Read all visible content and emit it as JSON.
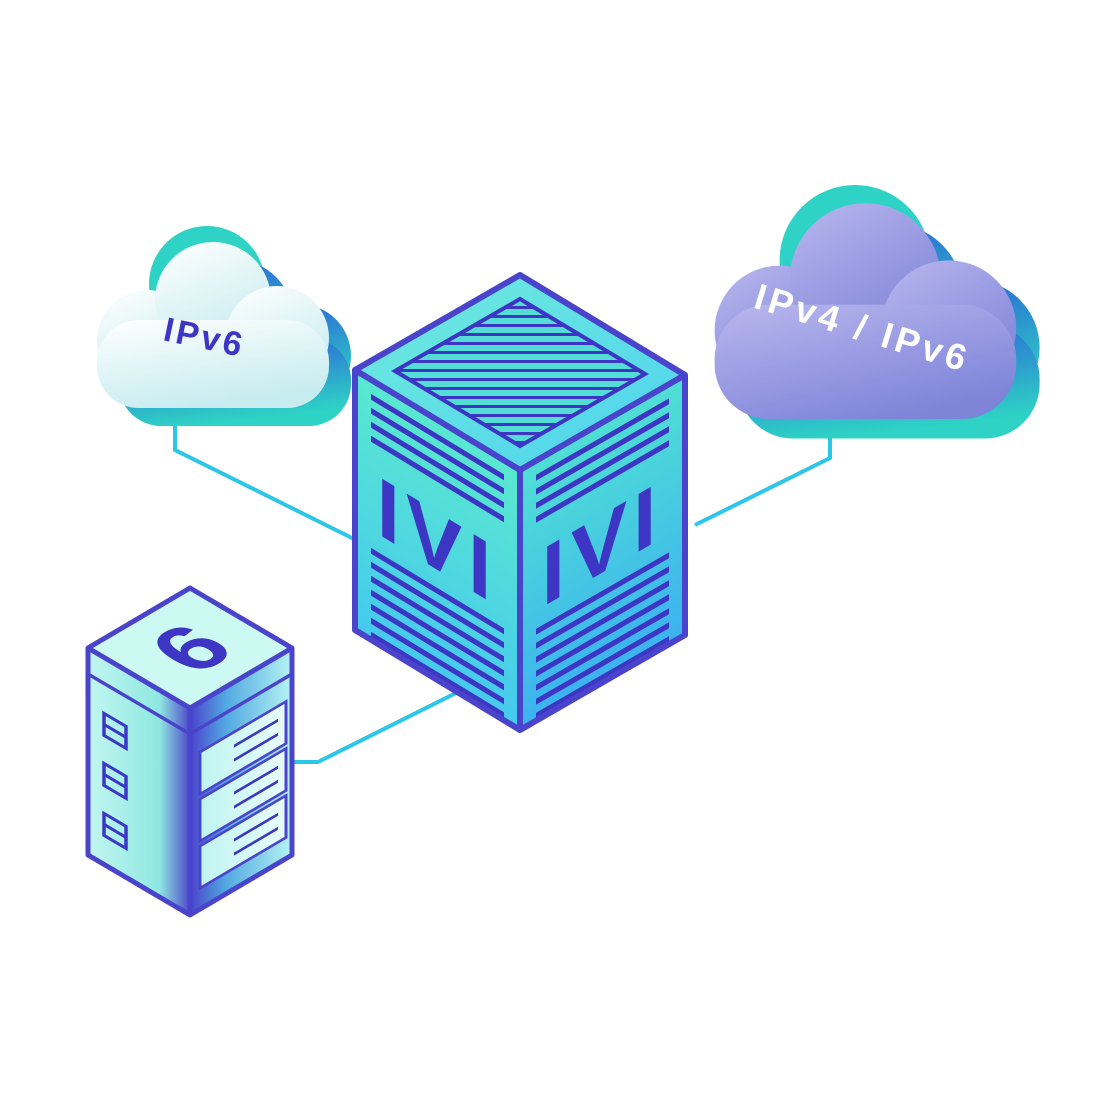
{
  "nodes": {
    "left_cloud": {
      "label": "IPv6"
    },
    "right_cloud": {
      "label": "IPv4 / IPv6"
    },
    "translator": {
      "left_face_label": "IVI",
      "right_face_label": "IVI"
    },
    "server": {
      "label": "6"
    }
  },
  "colors": {
    "line": "#2bc6e8",
    "edge": "#4a43cb",
    "stripe_indigo": "#3d36c4",
    "teal_accent": "#2ed3c5",
    "blue_accent": "#2b55d8",
    "left_cloud_fill": "#d9f1f2",
    "right_cloud_fill": "#8b8fdd",
    "face_teal": "#55e6cf",
    "face_cyan": "#41c3ee",
    "background": "#ffffff"
  }
}
